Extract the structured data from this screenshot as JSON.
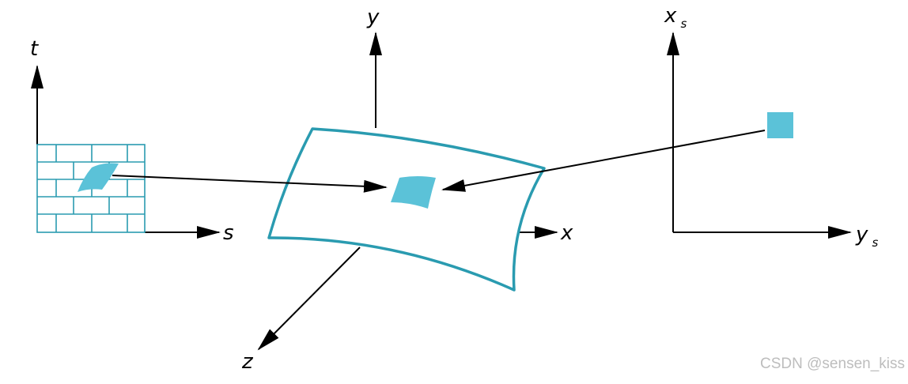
{
  "texture_space": {
    "axis_t": "t",
    "axis_s": "s"
  },
  "object_space": {
    "axis_y": "y",
    "axis_x": "x",
    "axis_z": "z"
  },
  "screen_space": {
    "axis_x": {
      "base": "x",
      "sub": "s"
    },
    "axis_y": {
      "base": "y",
      "sub": "s"
    }
  },
  "watermark": "CSDN @sensen_kiss",
  "colors": {
    "accent": "#5bc2d8",
    "surface_stroke": "#2a9bb0",
    "line": "#000000",
    "background": "#ffffff"
  }
}
